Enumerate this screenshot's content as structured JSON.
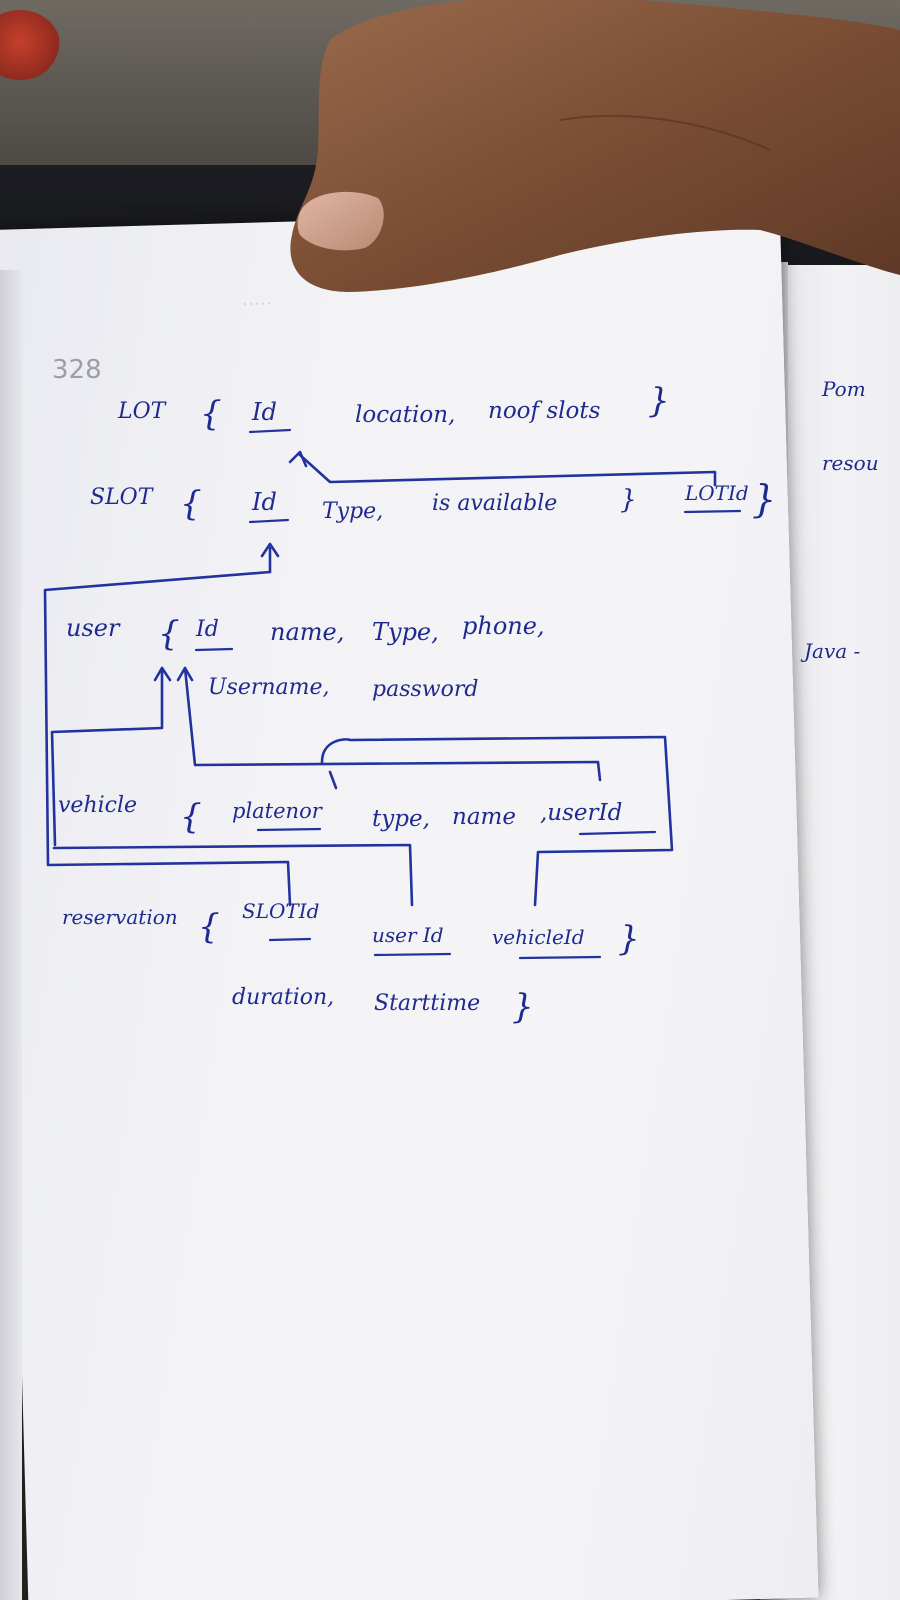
{
  "page_number": "328",
  "entities": [
    {
      "name": "LOT",
      "fields": [
        "Id",
        "location,",
        "noof slots"
      ]
    },
    {
      "name": "SLOT",
      "fields": [
        "Id",
        "Type,",
        "is available",
        "LOTId"
      ]
    },
    {
      "name": "user",
      "fields": [
        "Id",
        "name,",
        "Type,",
        "phone,",
        "Username,",
        "password"
      ]
    },
    {
      "name": "vehicle",
      "fields": [
        "platenor",
        "type,",
        "name",
        ",userId"
      ]
    },
    {
      "name": "reservation",
      "fields": [
        "SLOTId",
        "user Id",
        "vehicleId",
        "duration,",
        "Starttime"
      ]
    }
  ],
  "right_page_notes": [
    "Pom",
    "resou",
    "Java -"
  ]
}
